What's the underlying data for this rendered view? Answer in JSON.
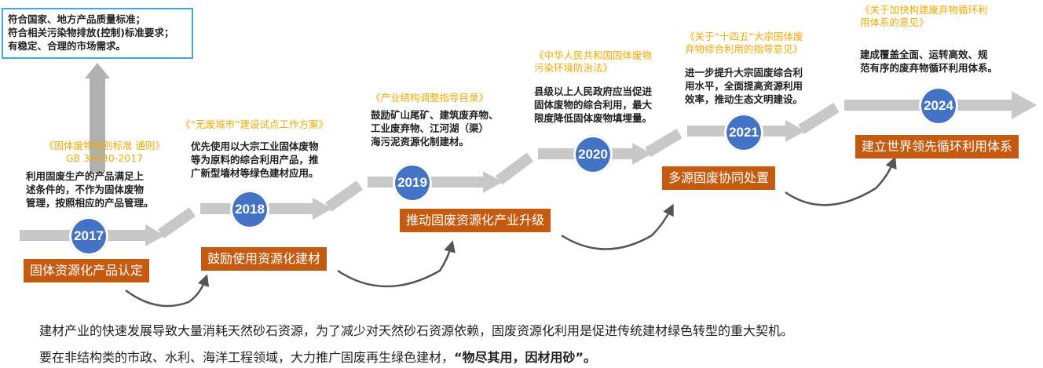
{
  "top_box": {
    "lines": [
      "符合国家、地方产品质量标准；",
      "符合相关污染物排放(控制)标准要求；",
      "有稳定、合理的市场需求。"
    ]
  },
  "stages": [
    {
      "year": "2017",
      "label": "固体资源化产品认定",
      "doc": [
        "《固体废物鉴别标准 通则》",
        "GB 34330-2017"
      ],
      "desc": [
        "利用固废生产的产品满足上",
        "述条件的，不作为固体废物",
        "管理，按照相应的产品管理。"
      ]
    },
    {
      "year": "2018",
      "label": "鼓励使用资源化建材",
      "doc": [
        "《“无废城市”建设试点工作方案》"
      ],
      "desc": [
        "优先使用以大宗工业固体废物",
        "等为原料的综合利用产品，推",
        "广新型墙材等绿色建材应用。"
      ]
    },
    {
      "year": "2019",
      "label": "推动固废资源化产业升级",
      "doc": [
        "《产业结构调整指导目录》"
      ],
      "desc": [
        "鼓励矿山尾矿、建筑废弃物、",
        "工业废弃物、江河湖（渠）",
        "海污泥资源化制建材。"
      ]
    },
    {
      "year": "2020",
      "label": "",
      "doc": [
        "《中华人民共和国固体废物",
        "污染环境防治法》"
      ],
      "desc": [
        "县级以上人民政府应当促进",
        "固体废物的综合利用，最大",
        "限度降低固体废物填埋量。"
      ]
    },
    {
      "year": "2021",
      "label": "多源固废协同处置",
      "doc": [
        "《关于“十四五”大宗固体废",
        "弃物综合利用的指导意见》"
      ],
      "desc": [
        "进一步提升大宗固废综合利",
        "用水平，全面提高资源利用",
        "效率，推动生态文明建设。"
      ]
    },
    {
      "year": "2024",
      "label": "建立世界领先循环利用体系",
      "doc": [
        "《关于加快构建废弃物循环利",
        "用体系的意见》"
      ],
      "desc": [
        "建成覆盖全面、运转高效、规",
        "范有序的废弃物循环利用体系。"
      ]
    }
  ],
  "bottom": {
    "line1": "建材产业的快速发展导致大量消耗天然砂石资源，为了减少对天然砂石资源依赖，固废资源化利用是促进传统建材绿色转型的重大契机。",
    "line2_prefix": "要在非结构类的市政、水利、海洋工程领域，大力推广固废再生绿色建材，",
    "line2_emphasis": "“物尽其用，因材用砂”。"
  },
  "colors": {
    "year_circle": "#4472c4",
    "label_bg": "#c55a11",
    "doc_text": "#f2a900",
    "arrow": "#c8c8c8",
    "box_border": "#3fa9e0"
  }
}
